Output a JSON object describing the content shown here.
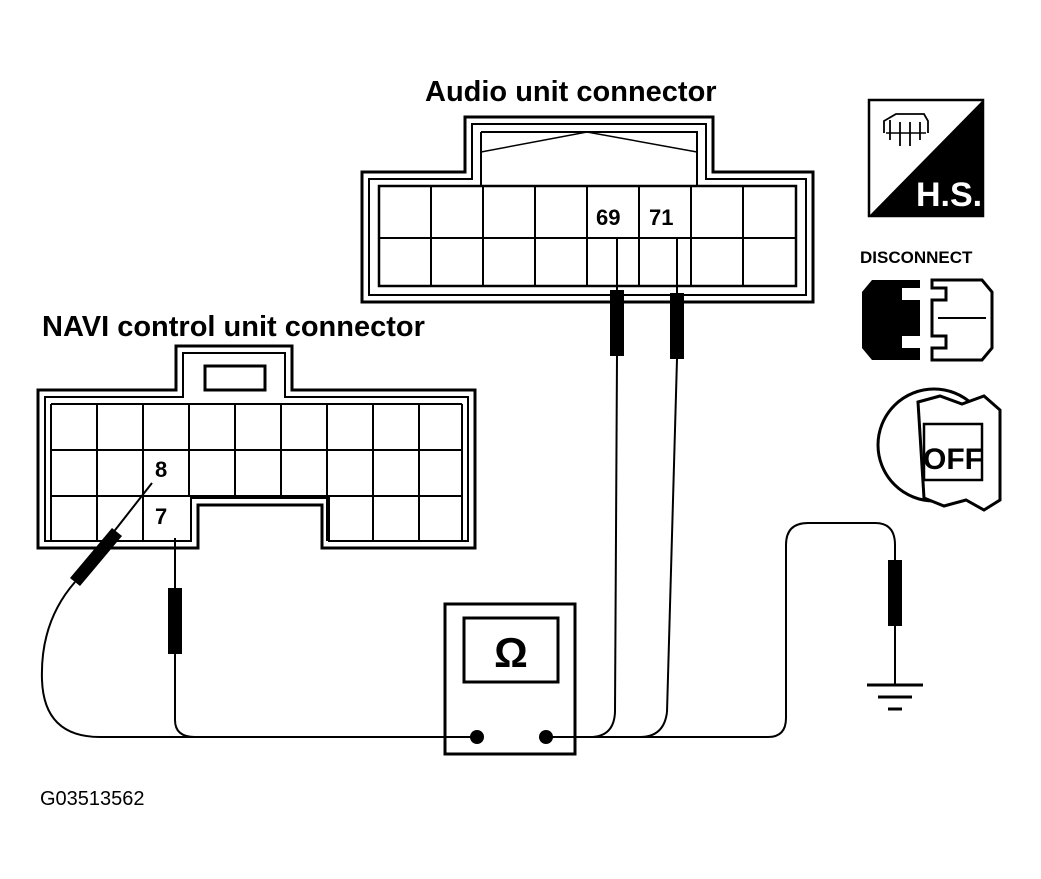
{
  "labels": {
    "audio_connector": "Audio unit connector",
    "navi_connector": "NAVI control unit connector",
    "figure_id": "G03513562"
  },
  "pins": {
    "audio_a": "69",
    "audio_b": "71",
    "navi_a": "8",
    "navi_b": "7"
  },
  "meter": {
    "symbol": "Ω"
  },
  "icons": {
    "harness_side_text": "H.S.",
    "disconnect_text": "DISCONNECT",
    "ignition_text": "OFF",
    "harness_icon": "harness-connector-icon",
    "disconnect_icon": "disconnect-connector-icon",
    "ignition_icon": "ignition-key-icon",
    "ground_icon": "ground-symbol-icon"
  }
}
